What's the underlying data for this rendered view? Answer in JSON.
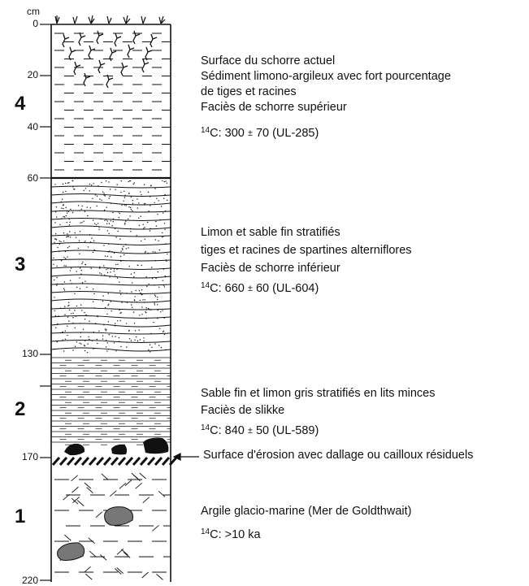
{
  "axis": {
    "unit_label": "cm",
    "ticks": [
      {
        "label": "0",
        "cm": 0
      },
      {
        "label": "20",
        "cm": 20
      },
      {
        "label": "40",
        "cm": 40
      },
      {
        "label": "60",
        "cm": 60
      },
      {
        "label": "130",
        "cm": 130
      },
      {
        "label": "170",
        "cm": 170
      },
      {
        "label": "220",
        "cm": 220
      }
    ]
  },
  "units": [
    {
      "id": "4",
      "label": "4",
      "lines": [
        "Surface du schorre actuel",
        "Sédiment limono-argileux avec fort pourcentage",
        "de tiges et racines",
        "Faciès de schorre supérieur"
      ],
      "date": {
        "prefix": "14",
        "text": "C: 300 ",
        "pm": "±",
        "rest": " 70 (UL-285)"
      }
    },
    {
      "id": "3",
      "label": "3",
      "lines": [
        "Limon et sable fin stratifiés",
        "tiges et racines de spartines alterniflores",
        "Faciès de schorre inférieur"
      ],
      "date": {
        "prefix": "14",
        "text": "C: 660 ",
        "pm": "±",
        "rest": " 60 (UL-604)"
      }
    },
    {
      "id": "2",
      "label": "2",
      "lines": [
        "Sable fin et limon gris stratifiés en lits minces",
        "Faciès de slikke"
      ],
      "date": {
        "prefix": "14",
        "text": "C: 840 ",
        "pm": "±",
        "rest": " 50 (UL-589)"
      }
    },
    {
      "id": "1",
      "label": "1",
      "lines": [
        "Argile glacio-marine (Mer de Goldthwait)"
      ],
      "date": {
        "prefix": "14",
        "text": "C: >10 ka",
        "pm": "",
        "rest": ""
      }
    }
  ],
  "erosion_note": "Surface d'érosion avec dallage ou cailloux résiduels"
}
